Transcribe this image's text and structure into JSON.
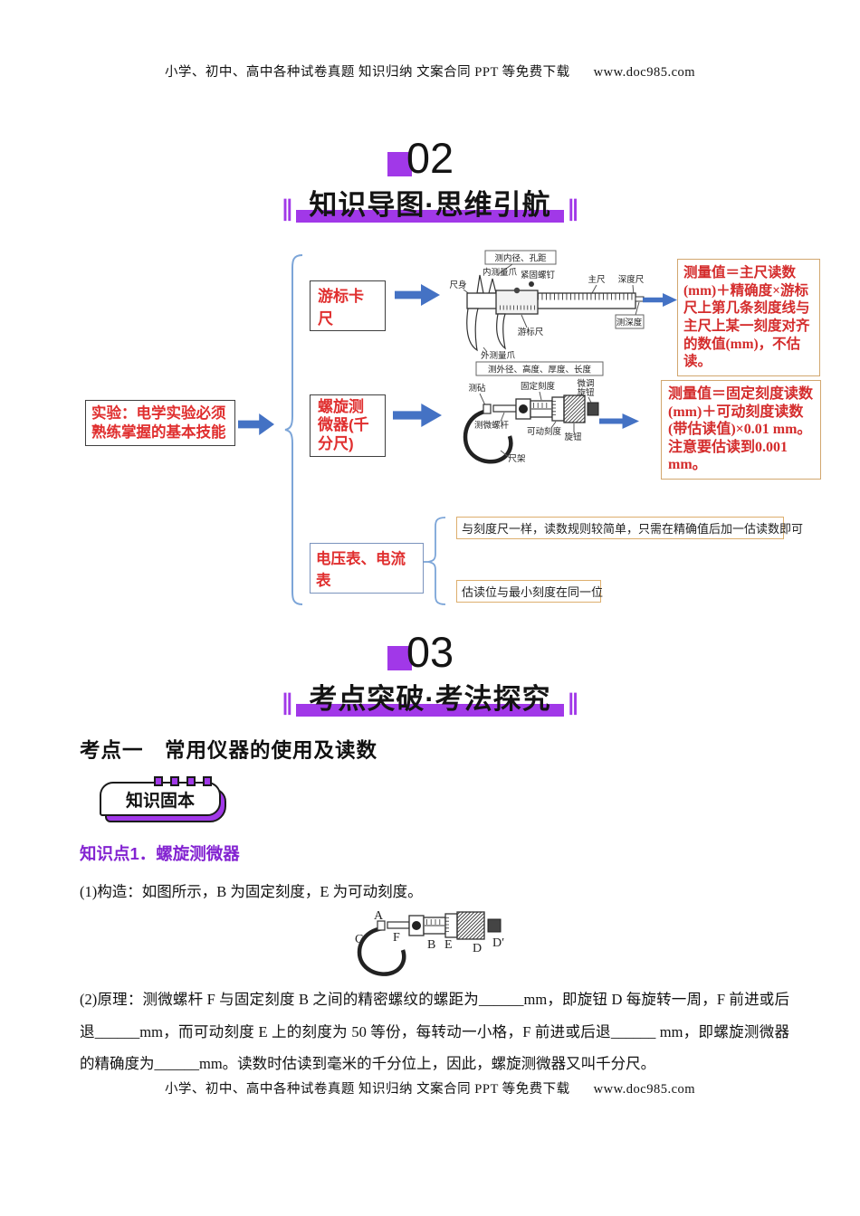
{
  "header": {
    "text": "小学、初中、高中各种试卷真题 知识归纳 文案合同 PPT 等免费下载",
    "url": "www.doc985.com"
  },
  "footer": {
    "text": "小学、初中、高中各种试卷真题 知识归纳 文案合同 PPT 等免费下载",
    "url": "www.doc985.com"
  },
  "section02": {
    "number": "02",
    "title": "知识导图·思维引航"
  },
  "section03": {
    "number": "03",
    "title": "考点突破·考法探究"
  },
  "mindmap": {
    "root": "实验：电学实验必须熟练掌握的基本技能",
    "branch1": {
      "label": "游标卡尺",
      "note": "测量值＝主尺读数(mm)＋精确度×游标尺上第几条刻度线与主尺上某一刻度对齐的数值(mm)，不估读。"
    },
    "branch2": {
      "label": "螺旋测微器(千分尺)",
      "note": "测量值＝固定刻度读数(mm)＋可动刻度读数(带估读值)×0.01 mm。注意要估读到0.001 mm。"
    },
    "branch3": {
      "label": "电压表、电流表",
      "note1": "与刻度尺一样，读数规则较简单，只需在精确值后加一估读数即可",
      "note2": "估读位与最小刻度在同一位"
    },
    "caliper": {
      "top_box": "测内径、孔距",
      "inner_jaws": "内测量爪",
      "body": "尺身",
      "screw": "紧固螺钉",
      "main_scale": "主尺",
      "depth_rule": "深度尺",
      "depth_box": "测深度",
      "vernier": "游标尺",
      "outer_jaws": "外测量爪",
      "bottom_box": "测外径、高度、厚度、长度"
    },
    "micrometer": {
      "anvil": "测砧",
      "fixed_scale": "固定刻度",
      "fine_knob_line1": "微调",
      "fine_knob_line2": "旋钮",
      "spindle": "测微螺杆",
      "movable_scale": "可动刻度",
      "knob": "旋钮",
      "frame": "尺架"
    }
  },
  "content": {
    "heading": "考点一　常用仪器的使用及读数",
    "badge": "知识固本",
    "point_title": "知识点1．螺旋测微器",
    "para1": "(1)构造：如图所示，B 为固定刻度，E 为可动刻度。",
    "para2": "(2)原理：测微螺杆 F 与固定刻度 B 之间的精密螺纹的螺距为______mm，即旋钮 D 每旋转一周，F 前进或后退______mm，而可动刻度 E 上的刻度为 50 等份，每转动一小格，F 前进或后退______ mm，即螺旋测微器的精确度为______mm。读数时估读到毫米的千分位上，因此，螺旋测微器又叫千分尺。",
    "figure": {
      "A": "A",
      "C": "C",
      "F": "F",
      "B": "B",
      "E": "E",
      "D": "D",
      "Dp": "D′"
    }
  },
  "colors": {
    "purple": "#a138e8",
    "purple_text": "#8323d1",
    "red": "#e02f2f",
    "blue_arrow": "#4472c4",
    "brace_blue": "#7ca5d8",
    "tan_border": "#d2a76f"
  }
}
